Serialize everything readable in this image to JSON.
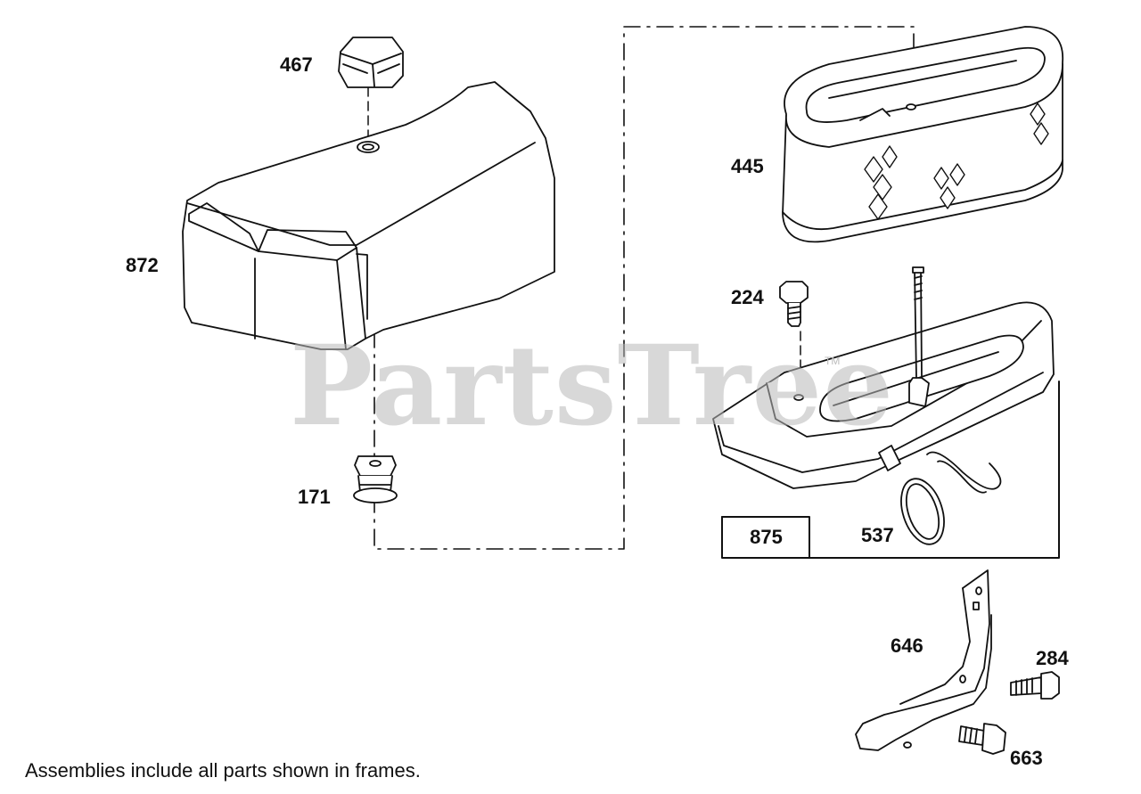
{
  "watermark": {
    "text": "PartsTree",
    "tm": "TM"
  },
  "footnote": "Assemblies include all parts shown in frames.",
  "frame_label": "875",
  "parts": {
    "p467": "467",
    "p872": "872",
    "p171": "171",
    "p445": "445",
    "p224": "224",
    "p537": "537",
    "p646": "646",
    "p284": "284",
    "p663": "663"
  }
}
